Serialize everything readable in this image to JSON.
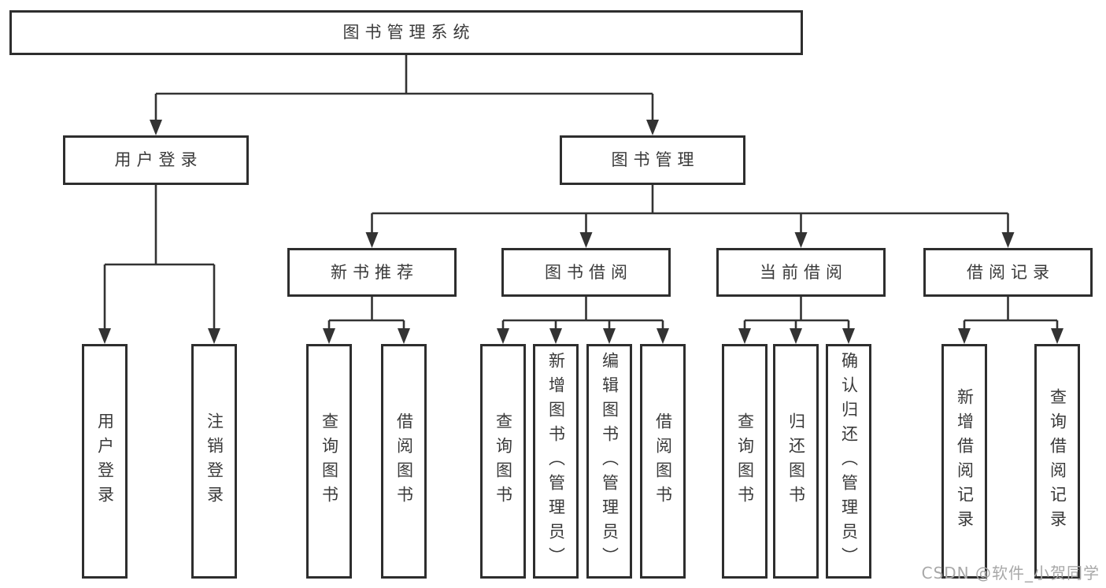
{
  "diagram_title": "图书管理系统",
  "watermark": "CSDN @软件_小贺同学",
  "colors": {
    "line": "#333333",
    "box_border": "#2e2e2e",
    "text": "#3a3a3a",
    "watermark": "#a8a8a8",
    "background": "#ffffff"
  },
  "nodes": [
    {
      "id": "root",
      "label": "图书管理系统",
      "parent": null
    },
    {
      "id": "user-login",
      "label": "用户登录",
      "parent": "root"
    },
    {
      "id": "book-mgmt",
      "label": "图书管理",
      "parent": "root"
    },
    {
      "id": "login",
      "label": "用户登录",
      "parent": "user-login"
    },
    {
      "id": "logout",
      "label": "注销登录",
      "parent": "user-login"
    },
    {
      "id": "new-book-rec",
      "label": "新书推荐",
      "parent": "book-mgmt"
    },
    {
      "id": "book-borrow",
      "label": "图书借阅",
      "parent": "book-mgmt"
    },
    {
      "id": "current-borrow",
      "label": "当前借阅",
      "parent": "book-mgmt"
    },
    {
      "id": "borrow-records",
      "label": "借阅记录",
      "parent": "book-mgmt"
    },
    {
      "id": "rec-query-book",
      "label": "查询图书",
      "parent": "new-book-rec"
    },
    {
      "id": "rec-borrow-book",
      "label": "借阅图书",
      "parent": "new-book-rec"
    },
    {
      "id": "bb-query-book",
      "label": "查询图书",
      "parent": "book-borrow"
    },
    {
      "id": "bb-add-book",
      "label": "新增图书（管理员）",
      "parent": "book-borrow"
    },
    {
      "id": "bb-edit-book",
      "label": "编辑图书（管理员）",
      "parent": "book-borrow"
    },
    {
      "id": "bb-borrow-book",
      "label": "借阅图书",
      "parent": "book-borrow"
    },
    {
      "id": "cb-query-book",
      "label": "查询图书",
      "parent": "current-borrow"
    },
    {
      "id": "cb-return-book",
      "label": "归还图书",
      "parent": "current-borrow"
    },
    {
      "id": "cb-confirm-return",
      "label": "确认归还（管理员）",
      "parent": "current-borrow"
    },
    {
      "id": "br-add-record",
      "label": "新增借阅记录",
      "parent": "borrow-records"
    },
    {
      "id": "br-query-record",
      "label": "查询借阅记录",
      "parent": "borrow-records"
    }
  ]
}
